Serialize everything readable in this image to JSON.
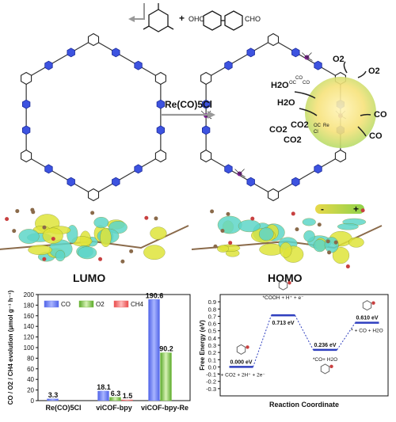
{
  "panels": {
    "synthesis": {
      "reagent": "Re(CO)5Cl",
      "monomer_plus": "+",
      "monomer_left_group": "OHC",
      "monomer_right_group": "CHO",
      "gas_labels": [
        "O2",
        "O2",
        "H2O",
        "H2O",
        "CO2",
        "CO2",
        "CO2",
        "CO",
        "CO"
      ],
      "dipole_minus": "-",
      "dipole_plus": "+",
      "complex_labels": [
        "OC",
        "Re",
        "Cl",
        "CO",
        "CO",
        "OC"
      ]
    },
    "orbitals": {
      "lumo": "LUMO",
      "homo": "HOMO"
    }
  },
  "chart_data": [
    {
      "type": "bar",
      "title": "",
      "xlabel": "",
      "ylabel": "CO / O2 / CH4 evolution (μmol g⁻¹ h⁻¹)",
      "ylim": [
        0,
        200
      ],
      "yticks": [
        0,
        20,
        40,
        60,
        80,
        100,
        120,
        140,
        160,
        180,
        200
      ],
      "categories": [
        "Re(CO)5Cl",
        "viCOF-bpy",
        "viCOF-bpy-Re"
      ],
      "series": [
        {
          "name": "CO",
          "color": "#6f7ef0",
          "values": [
            3.3,
            18.1,
            190.6
          ]
        },
        {
          "name": "O2",
          "color": "#7cc243",
          "values": [
            0,
            6.3,
            90.2
          ]
        },
        {
          "name": "CH4",
          "color": "#f36b6b",
          "values": [
            0,
            1.5,
            0
          ]
        }
      ],
      "data_labels": [
        "3.3",
        "18.1",
        "6.3",
        "1.5",
        "190.6",
        "90.2"
      ],
      "legend": "top-left"
    },
    {
      "type": "line",
      "title": "",
      "xlabel": "Reaction Coordinate",
      "ylabel": "Free Energy (eV)",
      "ylim": [
        -0.4,
        1.0
      ],
      "yticks": [
        -0.3,
        -0.2,
        -0.1,
        0.0,
        0.1,
        0.2,
        0.3,
        0.4,
        0.5,
        0.6,
        0.7,
        0.8,
        0.9
      ],
      "levels": [
        {
          "energy": 0.0,
          "value_label": "0.000 eV",
          "species": "* + CO2 + 2H⁺ + 2e⁻"
        },
        {
          "energy": 0.713,
          "value_label": "0.713 eV",
          "species": "*COOH + H⁺ + e⁻"
        },
        {
          "energy": 0.236,
          "value_label": "0.236 eV",
          "species": "*CO+ H2O"
        },
        {
          "energy": 0.61,
          "value_label": "0.610 eV",
          "species": "* + CO + H2O"
        }
      ],
      "level_color": "#2f3fbf",
      "connector_color": "#2f3fbf"
    }
  ]
}
